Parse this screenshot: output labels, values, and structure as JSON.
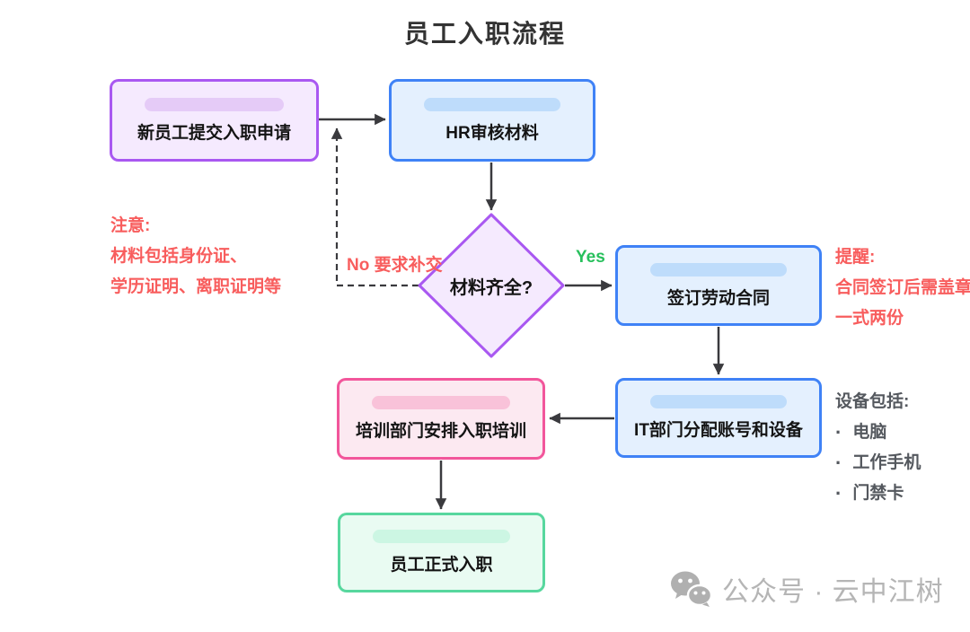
{
  "title": "员工入职流程",
  "nodes": {
    "apply": "新员工提交入职申请",
    "hr_review": "HR审核材料",
    "decision": "材料齐全?",
    "sign_contract": "签订劳动合同",
    "it_assign": "IT部门分配账号和设备",
    "training": "培训部门安排入职培训",
    "onboard": "员工正式入职"
  },
  "edge_labels": {
    "yes": "Yes",
    "no": "No 要求补交"
  },
  "annotations": {
    "note_left": {
      "title": "注意:",
      "line1": "材料包括身份证、",
      "line2": "学历证明、离职证明等"
    },
    "note_right": {
      "title": "提醒:",
      "line1": "合同签订后需盖章",
      "line2": "一式两份"
    },
    "devices": {
      "title": "设备包括:",
      "bullet": "·",
      "item1": "电脑",
      "item2": "工作手机",
      "item3": "门禁卡"
    }
  },
  "watermark": "公众号 · 云中江树",
  "colors": {
    "arrow_line": "#3a3a3e",
    "note_red": "#f85d5d",
    "yes_green": "#27c05c",
    "devices_gray": "#54585e",
    "watermark_gray": "#b5b5b5",
    "purple_border": "#a958f1",
    "purple_fill": "#f5eafe",
    "purple_pill": "#e5cbf7",
    "blue_border": "#3f82f6",
    "blue_fill": "#e4f0fe",
    "blue_pill": "#bedcfb",
    "pink_border": "#f2569b",
    "pink_fill": "#fce9f1",
    "pink_pill": "#f9c2d9",
    "green_border": "#57d79e",
    "green_fill": "#e9fbf2",
    "green_pill": "#ccf6e3"
  }
}
